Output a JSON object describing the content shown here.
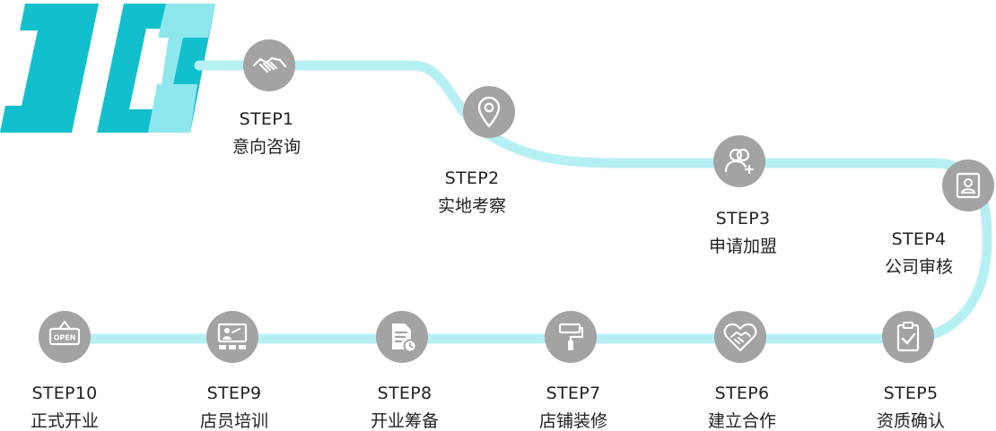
{
  "badge": {
    "text": "10"
  },
  "colors": {
    "path": "#b7f0f4",
    "circle": "#a3a3a3",
    "icon": "#ffffff",
    "badge_dark": "#12c0cd",
    "badge_light": "#8fe7ee",
    "text": "#222222"
  },
  "steps": [
    {
      "label": "STEP1",
      "name": "意向咨询",
      "icon": "handshake-icon"
    },
    {
      "label": "STEP2",
      "name": "实地考察",
      "icon": "location-pin-icon"
    },
    {
      "label": "STEP3",
      "name": "申请加盟",
      "icon": "add-user-icon"
    },
    {
      "label": "STEP4",
      "name": "公司审核",
      "icon": "profile-card-icon"
    },
    {
      "label": "STEP5",
      "name": "资质确认",
      "icon": "clipboard-check-icon"
    },
    {
      "label": "STEP6",
      "name": "建立合作",
      "icon": "heart-handshake-icon"
    },
    {
      "label": "STEP7",
      "name": "店铺装修",
      "icon": "paint-roller-icon"
    },
    {
      "label": "STEP8",
      "name": "开业筹备",
      "icon": "document-clock-icon"
    },
    {
      "label": "STEP9",
      "name": "店员培训",
      "icon": "training-board-icon"
    },
    {
      "label": "STEP10",
      "name": "正式开业",
      "icon": "open-sign-icon"
    }
  ]
}
